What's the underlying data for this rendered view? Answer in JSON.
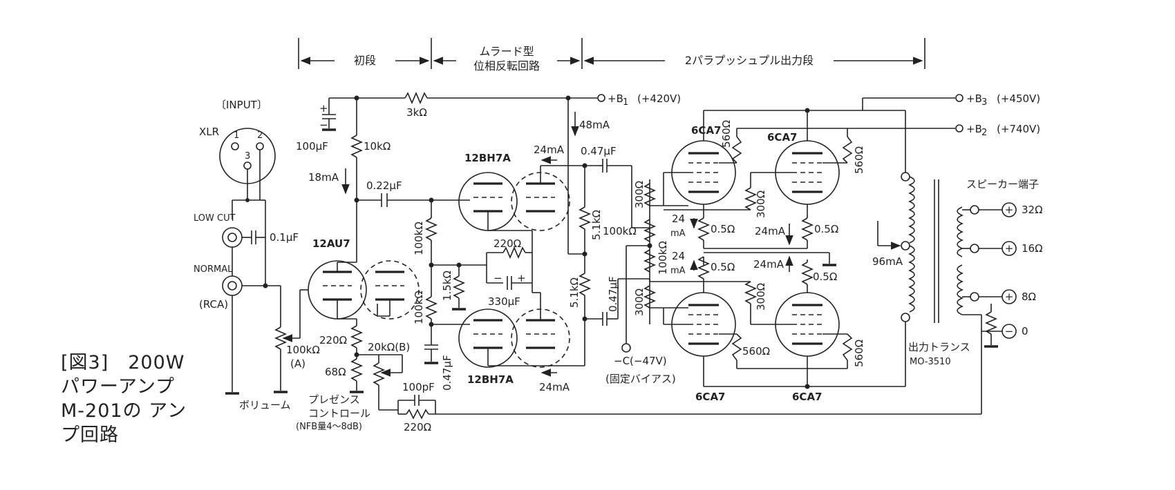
{
  "caption": {
    "line1": "[図3]　200W",
    "line2": "パワーアンプ",
    "line3": "M-201の アン",
    "line4": "プ回路"
  },
  "sections": {
    "first_stage": "初段",
    "mullard_line1": "ムラード型",
    "mullard_line2": "位相反転回路",
    "output_stage": "2パラプッシュプル出力段"
  },
  "input": {
    "title": "〔INPUT〕",
    "xlr": "XLR",
    "pin1": "1",
    "pin2": "2",
    "pin3": "3",
    "low_cut": "LOW CUT",
    "normal": "NORMAL",
    "rca": "(RCA)",
    "cap_lowcut": "0.1μF"
  },
  "supply": {
    "b1": "+B",
    "b1_sub": "1",
    "b1_value": "(+420V)",
    "b3": "+B",
    "b3_sub": "3",
    "b3_value": "(+450V)",
    "b2": "+B",
    "b2_sub": "2",
    "b2_value": "(+740V)",
    "plus": "+",
    "minus": "−"
  },
  "tubes": {
    "first": "12AU7",
    "pi_top": "12BH7A",
    "pi_bottom": "12BH7A",
    "out_tl": "6CA7",
    "out_tr": "6CA7",
    "out_bl": "6CA7",
    "out_br": "6CA7"
  },
  "components": {
    "r_3k": "3kΩ",
    "c_100u": "100μF",
    "r_10k": "10kΩ",
    "i_18m": "18mA",
    "c_022": "0.22μF",
    "r_100k_grid": "100kΩ",
    "r_100k_grid2": "100kΩ",
    "r_15k": "1.5kΩ",
    "r_220_top": "220Ω",
    "c_330u": "330μF",
    "c_047_pi": "0.47μF",
    "i_48m": "48mA",
    "i_24m_top": "24mA",
    "c_047_top": "0.47μF",
    "r_51k_a": "5.1kΩ",
    "r_51k_b": "5.1kΩ",
    "c_047_bot": "0.47μF",
    "i_24m_pi_bot": "24mA",
    "vol_r": "100kΩ",
    "vol_a": "(A)",
    "r_220_cath": "220Ω",
    "r_68": "68Ω",
    "r_20k": "20kΩ(B)",
    "c_100p": "100pF",
    "r_220_nfb": "220Ω",
    "volume_label": "ボリューム",
    "presence_1": "プレゼンス",
    "presence_2": "コントロール",
    "presence_3": "(NFB量4〜8dB)",
    "r_300_a": "300Ω",
    "r_300_b": "300Ω",
    "r_300_c": "300Ω",
    "r_300_d": "300Ω",
    "r_100k_bias1": "100kΩ",
    "r_100k_bias2": "100kΩ",
    "r_560_a": "560Ω",
    "r_560_b": "560Ω",
    "r_560_c": "560Ω",
    "r_560_d": "560Ω",
    "r_05_a": "0.5Ω",
    "r_05_b": "0.5Ω",
    "r_05_c": "0.5Ω",
    "r_05_d": "0.5Ω",
    "i_24_a1": "24",
    "i_24_a2": "mA",
    "i_24_b1": "24",
    "i_24_b2": "mA",
    "i_24m_c": "24mA",
    "i_24m_d": "24mA",
    "bias": "−C(−47V)",
    "bias_note": "(固定バイアス)",
    "i_96m": "96mA",
    "transformer": "出力トランス",
    "transformer_model": "MO-3510"
  },
  "speaker": {
    "title": "スピーカー端子",
    "t32": "32Ω",
    "t16": "16Ω",
    "t8": "8Ω",
    "t0": "0",
    "plus": "+",
    "minus": "−"
  }
}
